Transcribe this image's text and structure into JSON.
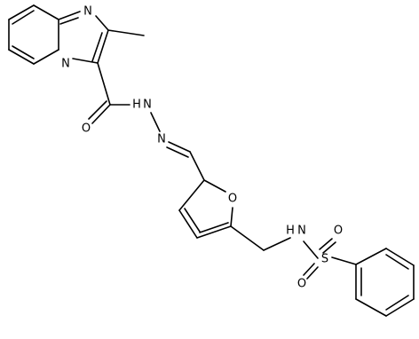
{
  "molecule": {
    "atoms": {
      "ring_nitrogen_top": "N",
      "ring_nitrogen_bridge": "N",
      "carbonyl_oxygen": "O",
      "hydrazide_nh": "N",
      "hydrazide_h": "H",
      "hydrazone_nitrogen": "N",
      "furan_oxygen": "O",
      "sulfonamide_nitrogen": "N",
      "sulfonamide_h": "H",
      "sulfur": "S",
      "sulfonyl_oxygen_upper": "O",
      "sulfonyl_oxygen_lower": "O"
    }
  }
}
